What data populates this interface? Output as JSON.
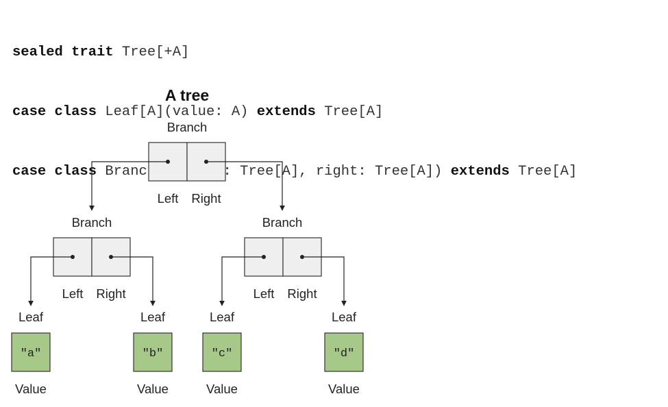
{
  "code": {
    "lines": [
      [
        {
          "t": "sealed trait",
          "k": true
        },
        {
          "t": " Tree[+A]",
          "k": false
        }
      ],
      [
        {
          "t": "case class",
          "k": true
        },
        {
          "t": " Leaf[A](value: A) ",
          "k": false
        },
        {
          "t": "extends",
          "k": true
        },
        {
          "t": " Tree[A]",
          "k": false
        }
      ],
      [
        {
          "t": "case class",
          "k": true
        },
        {
          "t": " Branch[A](left: Tree[A], right: Tree[A]) ",
          "k": false
        },
        {
          "t": "extends",
          "k": true
        },
        {
          "t": " Tree[A]",
          "k": false
        }
      ]
    ]
  },
  "diagram": {
    "title": "A tree",
    "branch_label": "Branch",
    "left_label": "Left",
    "right_label": "Right",
    "leaf_label": "Leaf",
    "value_label": "Value",
    "leaf_values": [
      "\"a\"",
      "\"b\"",
      "\"c\"",
      "\"d\""
    ]
  }
}
